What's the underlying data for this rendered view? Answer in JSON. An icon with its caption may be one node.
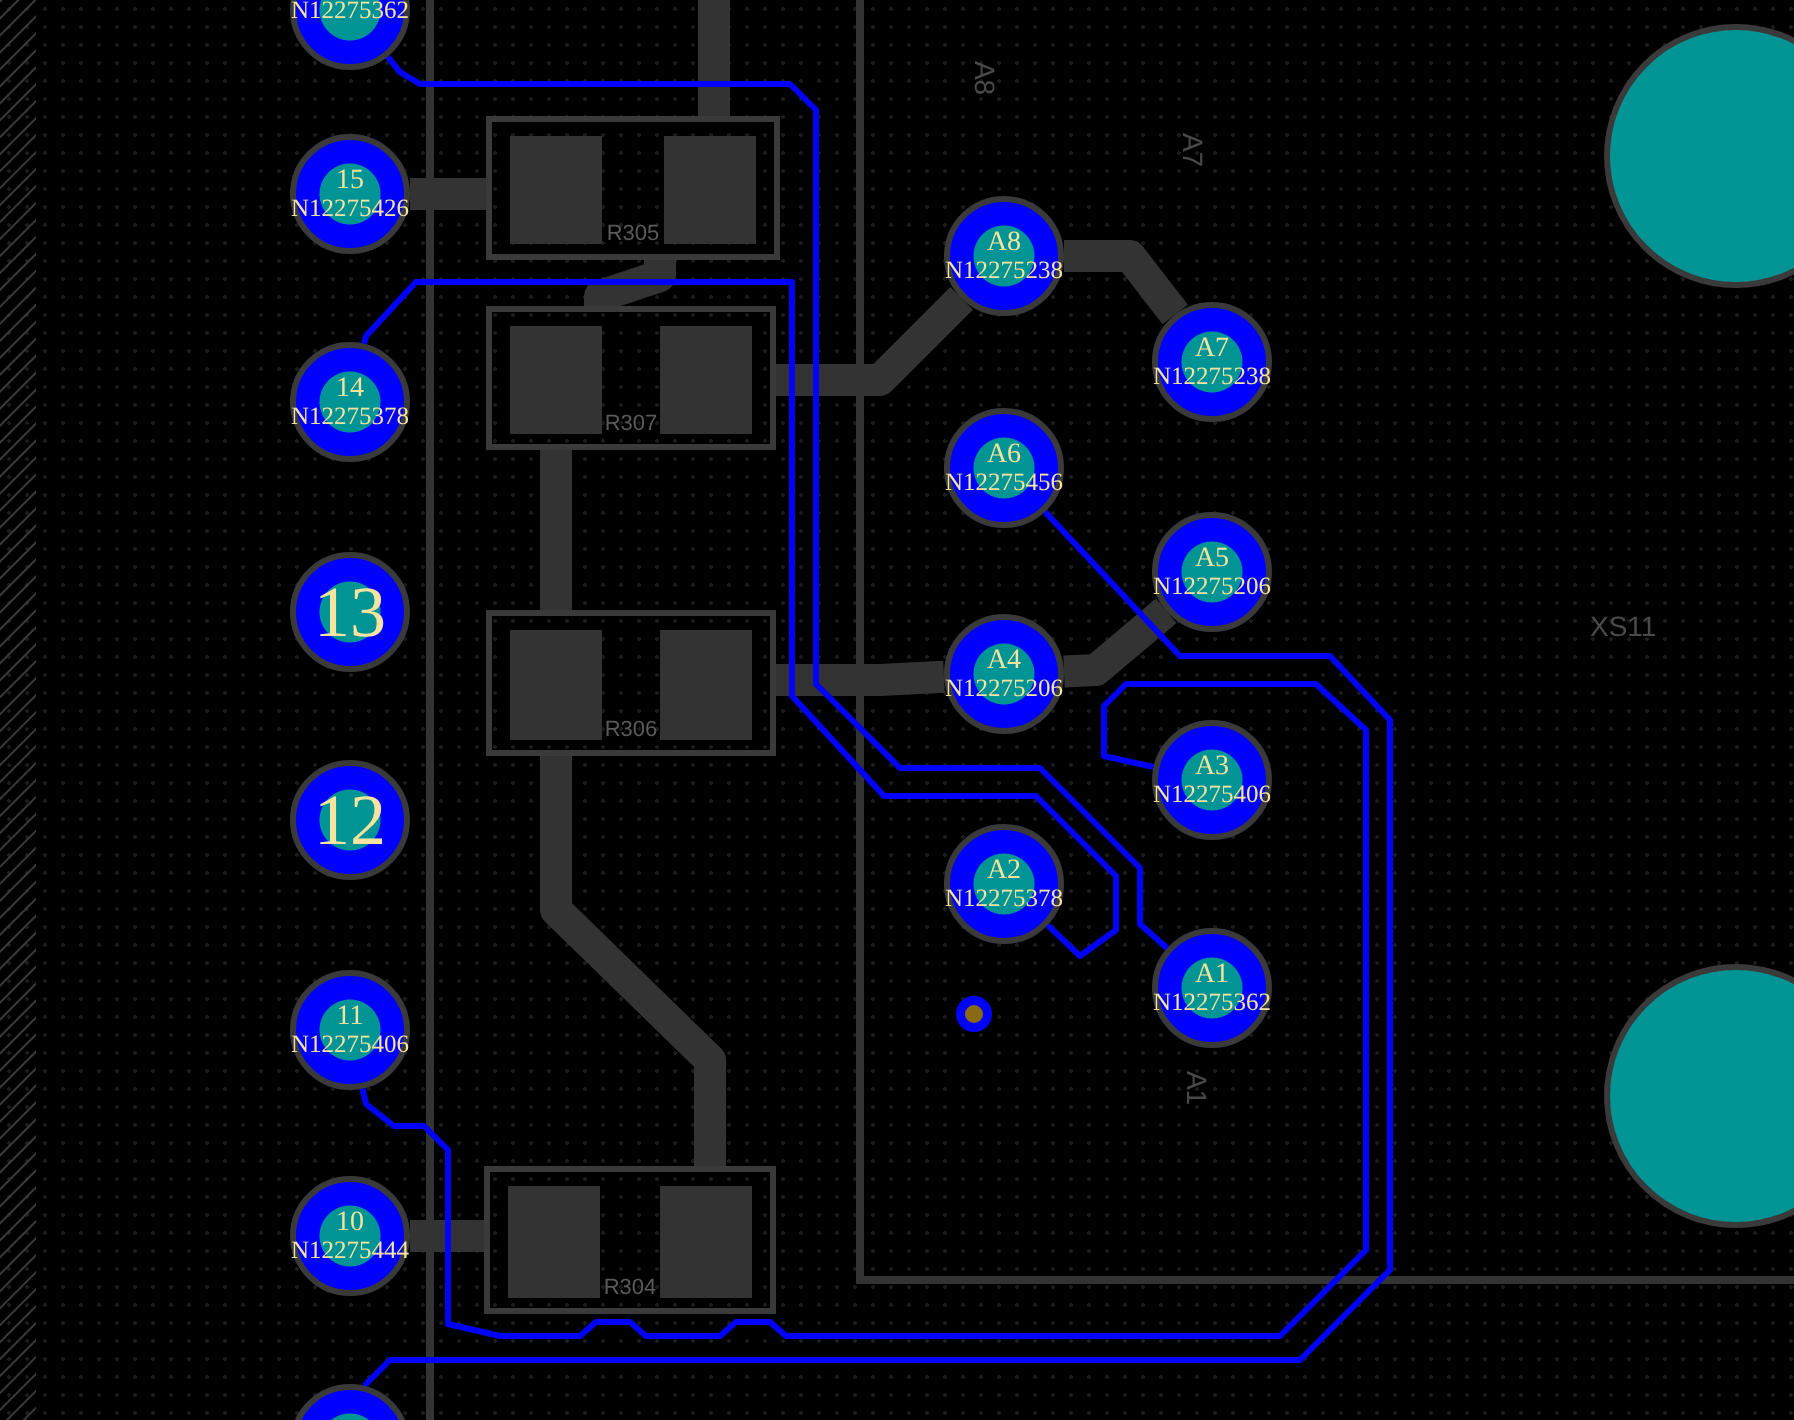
{
  "diagram": {
    "nodes": [
      {
        "text": [
          "N12275362"
        ]
      },
      {
        "text": [
          "15",
          "N12275426"
        ]
      },
      {
        "text": [
          "R305"
        ]
      },
      {
        "text": [
          "14",
          "N12275378"
        ]
      },
      {
        "text": [
          "R307"
        ]
      },
      {
        "text": [
          "13"
        ]
      },
      {
        "text": [
          "R306"
        ]
      },
      {
        "text": [
          "12"
        ]
      },
      {
        "text": [
          "11",
          "N12275406"
        ]
      },
      {
        "text": [
          "10",
          "N12275444"
        ]
      },
      {
        "text": [
          "R304"
        ]
      },
      {
        "text": [],
        "shape": "circle"
      },
      {
        "text": [
          "A8",
          "N12275238"
        ]
      },
      {
        "text": [
          "A7",
          "N12275238"
        ]
      },
      {
        "text": [
          "A6",
          "N12275456"
        ]
      },
      {
        "text": [
          "A5",
          "N12275206"
        ]
      },
      {
        "text": [
          "A4",
          "N12275206"
        ]
      },
      {
        "text": [
          "A3",
          "N12275406"
        ]
      },
      {
        "text": [
          "A2",
          "N12275378"
        ]
      },
      {
        "text": [
          "A1",
          "N12275362"
        ],
        "beside": [
          "A1"
        ]
      },
      {
        "text": [],
        "shape": "circle"
      },
      {
        "text": [],
        "shape": "circle"
      }
    ],
    "edges": [
      {
        "from": null,
        "to": 2,
        "arrow": "none"
      },
      {
        "from": 1,
        "to": 2,
        "arrow": "none"
      },
      {
        "from": 2,
        "to": 4,
        "arrow": "none"
      },
      {
        "from": 0,
        "to": 19,
        "arrow": "none",
        "color": "#0000ff"
      },
      {
        "from": 3,
        "to": 18,
        "arrow": "none",
        "color": "#0000ff"
      },
      {
        "from": 4,
        "to": 12,
        "arrow": "none"
      },
      {
        "from": 12,
        "to": 13,
        "arrow": "none"
      },
      {
        "from": 4,
        "to": 6,
        "arrow": "none"
      },
      {
        "from": 6,
        "to": 16,
        "arrow": "none"
      },
      {
        "from": 16,
        "to": 15,
        "arrow": "none"
      },
      {
        "from": 6,
        "to": 10,
        "arrow": "none"
      },
      {
        "from": 9,
        "to": 10,
        "arrow": "none"
      },
      {
        "from": 8,
        "to": 17,
        "arrow": "none",
        "color": "#0000ff"
      },
      {
        "from": 11,
        "to": 14,
        "arrow": "none",
        "color": "#0000ff"
      }
    ],
    "labels": [
      "A8",
      "A7",
      "XS11"
    ]
  }
}
